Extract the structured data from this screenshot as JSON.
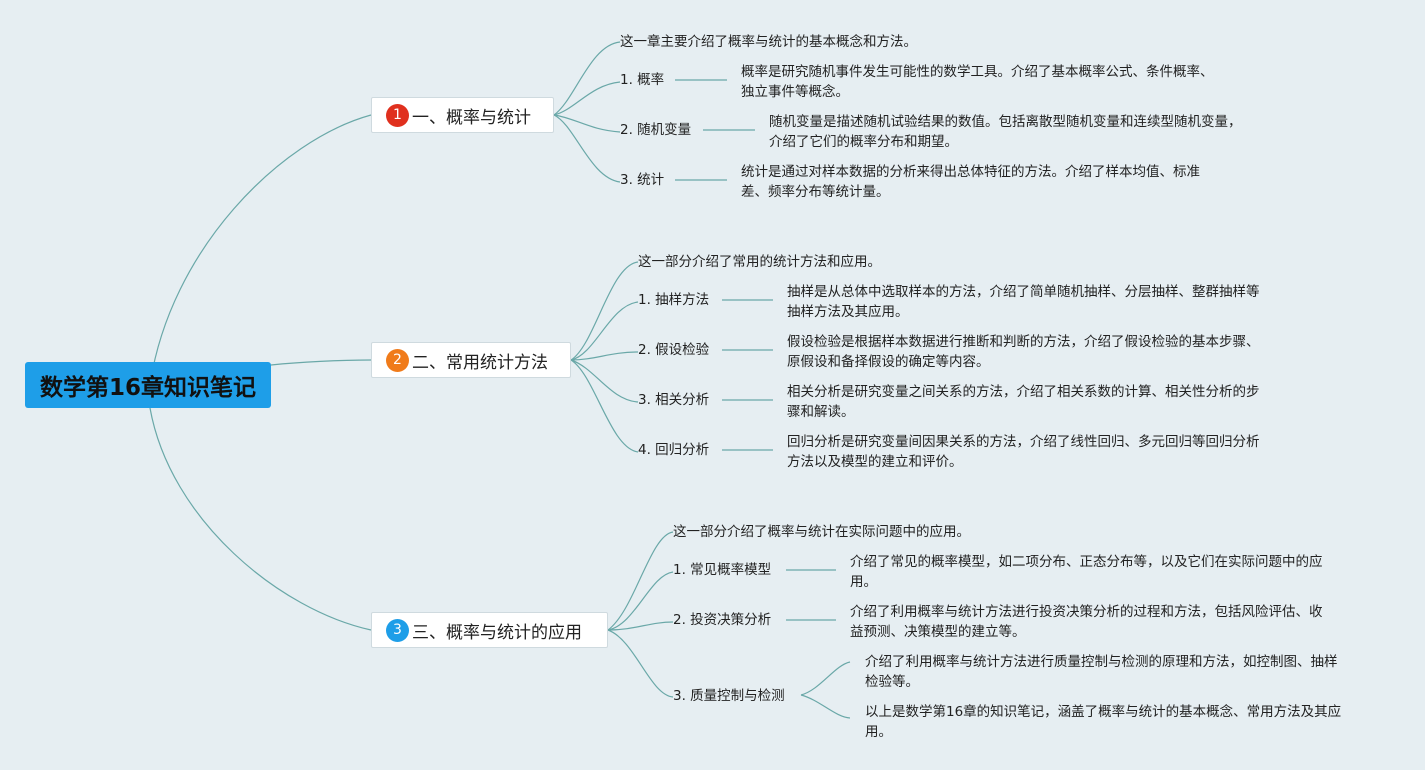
{
  "root": {
    "title": "数学第16章知识笔记",
    "color": "#1e9ee8"
  },
  "branches": [
    {
      "number": "1",
      "badge_color": "#e0301e",
      "title": "一、概率与统计",
      "intro": "这一章主要介绍了概率与统计的基本概念和方法。",
      "items": [
        {
          "label": "1. 概率",
          "desc_lines": [
            "概率是研究随机事件发生可能性的数学工具。介绍了基本概率公式、条件概率、",
            "独立事件等概念。"
          ]
        },
        {
          "label": "2. 随机变量",
          "desc_lines": [
            "随机变量是描述随机试验结果的数值。包括离散型随机变量和连续型随机变量，",
            "介绍了它们的概率分布和期望。"
          ]
        },
        {
          "label": "3. 统计",
          "desc_lines": [
            "统计是通过对样本数据的分析来得出总体特征的方法。介绍了样本均值、标准",
            "差、频率分布等统计量。"
          ]
        }
      ]
    },
    {
      "number": "2",
      "badge_color": "#f07b1a",
      "title": "二、常用统计方法",
      "intro": "这一部分介绍了常用的统计方法和应用。",
      "items": [
        {
          "label": "1. 抽样方法",
          "desc_lines": [
            "抽样是从总体中选取样本的方法，介绍了简单随机抽样、分层抽样、整群抽样等",
            "抽样方法及其应用。"
          ]
        },
        {
          "label": "2. 假设检验",
          "desc_lines": [
            "假设检验是根据样本数据进行推断和判断的方法，介绍了假设检验的基本步骤、",
            "原假设和备择假设的确定等内容。"
          ]
        },
        {
          "label": "3. 相关分析",
          "desc_lines": [
            "相关分析是研究变量之间关系的方法，介绍了相关系数的计算、相关性分析的步",
            "骤和解读。"
          ]
        },
        {
          "label": "4. 回归分析",
          "desc_lines": [
            "回归分析是研究变量间因果关系的方法，介绍了线性回归、多元回归等回归分析",
            "方法以及模型的建立和评价。"
          ]
        }
      ]
    },
    {
      "number": "3",
      "badge_color": "#1e9ee8",
      "title": "三、概率与统计的应用",
      "intro": "这一部分介绍了概率与统计在实际问题中的应用。",
      "items": [
        {
          "label": "1. 常见概率模型",
          "desc_lines": [
            "介绍了常见的概率模型，如二项分布、正态分布等，以及它们在实际问题中的应",
            "用。"
          ]
        },
        {
          "label": "2. 投资决策分析",
          "desc_lines": [
            "介绍了利用概率与统计方法进行投资决策分析的过程和方法，包括风险评估、收",
            "益预测、决策模型的建立等。"
          ]
        },
        {
          "label": "3. 质量控制与检测",
          "children": [
            {
              "desc_lines": [
                "介绍了利用概率与统计方法进行质量控制与检测的原理和方法，如控制图、抽样",
                "检验等。"
              ]
            },
            {
              "desc_lines": [
                "以上是数学第16章的知识笔记，涵盖了概率与统计的基本概念、常用方法及其应",
                "用。"
              ]
            }
          ]
        }
      ]
    }
  ]
}
